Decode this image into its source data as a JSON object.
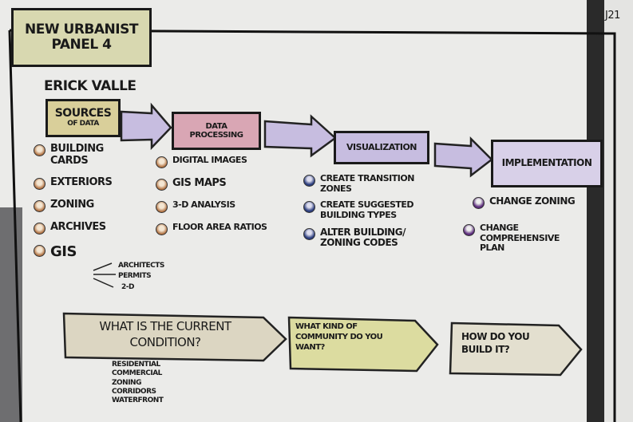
{
  "title": {
    "line1": "NEW URBANIST",
    "line2": "PANEL 4"
  },
  "corner_mark": "J21",
  "author": "ERICK VALLE",
  "steps": [
    {
      "label_line1": "SOURCES",
      "label_line2": "OF DATA",
      "color": "#d9cf9a"
    },
    {
      "label_line1": "DATA",
      "label_line2": "PROCESSING",
      "color": "#d9a6b4"
    },
    {
      "label_line1": "VISUALIZATION",
      "color": "#c7bde0"
    },
    {
      "label_line1": "IMPLEMENTATION",
      "color": "#d8d0e8"
    }
  ],
  "sources": [
    "BUILDING CARDS",
    "EXTERIORS",
    "ZONING",
    "ARCHIVES",
    "GIS"
  ],
  "gis_branches": [
    "ARCHITECTS",
    "PERMITS",
    "2-D"
  ],
  "processing": [
    "DIGITAL IMAGES",
    "GIS MAPS",
    "3-D ANALYSIS",
    "FLOOR AREA RATIOS"
  ],
  "visualization": [
    "CREATE TRANSITION ZONES",
    "CREATE SUGGESTED BUILDING TYPES",
    "ALTER BUILDING/ ZONING CODES"
  ],
  "implementation": [
    "CHANGE ZONING",
    "CHANGE COMPREHENSIVE PLAN"
  ],
  "questions": [
    "WHAT IS THE CURRENT CONDITION?",
    "WHAT KIND OF COMMUNITY DO YOU WANT?",
    "HOW DO YOU BUILD IT?"
  ],
  "current_condition_items": [
    "RESIDENTIAL",
    "COMMERCIAL",
    "ZONING",
    "CORRIDORS",
    "WATERFRONT"
  ]
}
